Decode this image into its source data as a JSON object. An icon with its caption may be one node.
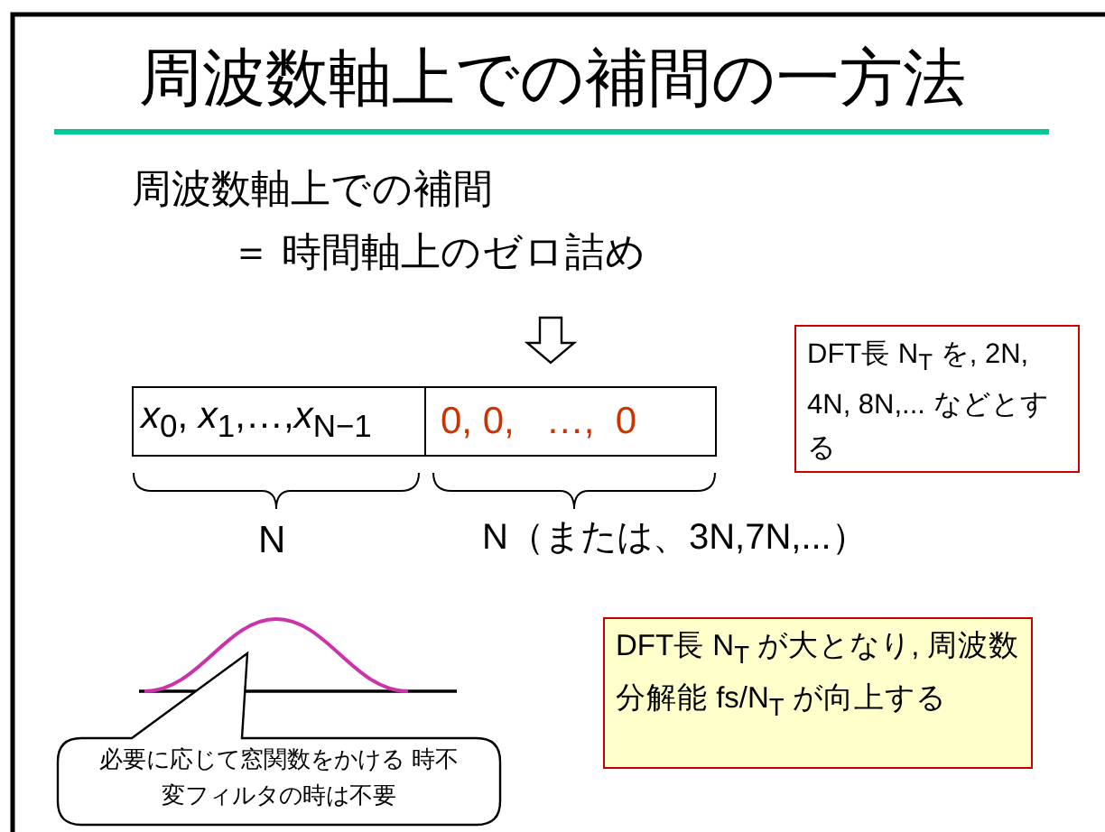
{
  "diagram": {
    "title": "周波数軸上での補間の一方法",
    "nodes": [
      {
        "text": [
          "*x*$_{0}$, *x*$_{1}$,…,*x*$_{N−1}$"
        ]
      },
      {
        "text": [
          "0, 0,   …,  0"
        ]
      },
      {
        "text": [
          "DFT長 N$_{T}$ を, 2N, 4N, 8N,... などとする"
        ]
      },
      {
        "text": [
          "DFT長 N$_{T}$ が大となり, 周波数分解能 fs/N$_{T}$ が向上する"
        ]
      },
      {
        "text": [
          "必要に応じて窓関数をかける 時不変フィルタの時は不要"
        ]
      }
    ],
    "edges": [],
    "labels": [
      "周波数軸上での補間",
      "＝ 時間軸上のゼロ詰め",
      "N",
      "N（または、3N,7N,...）"
    ]
  }
}
